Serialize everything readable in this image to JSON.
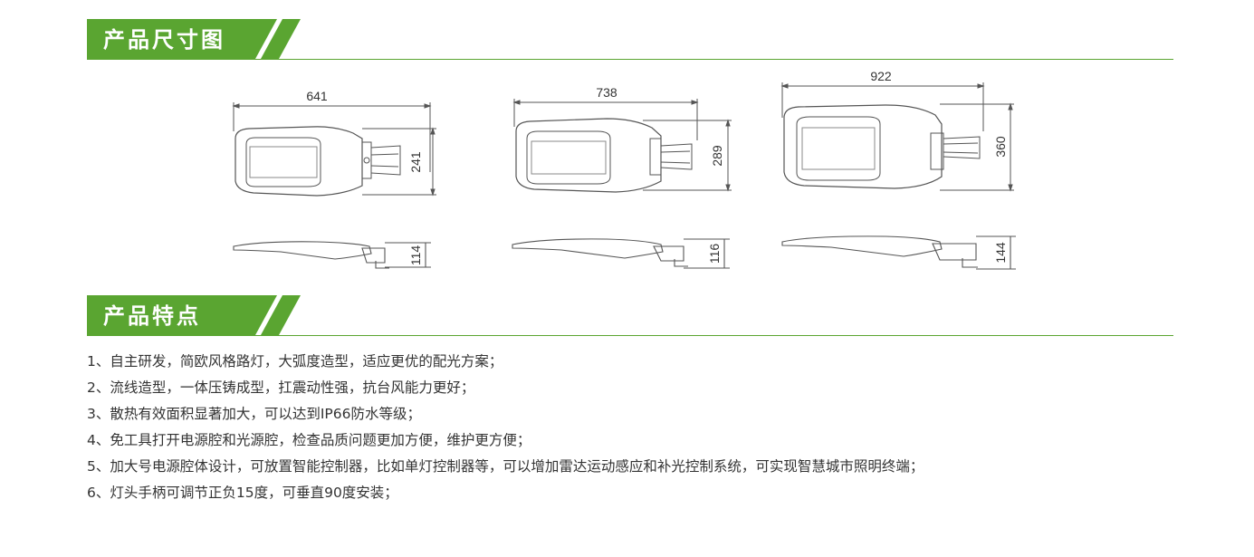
{
  "sections": {
    "dimensions": {
      "title": "产品尺寸图"
    },
    "features": {
      "title": "产品特点"
    }
  },
  "colors": {
    "accent": "#5aa531",
    "text": "#333333",
    "line": "#555555"
  },
  "drawings": [
    {
      "width_label": "641",
      "height_label": "241",
      "side_label": "114"
    },
    {
      "width_label": "738",
      "height_label": "289",
      "side_label": "116"
    },
    {
      "width_label": "922",
      "height_label": "360",
      "side_label": "144"
    }
  ],
  "features": [
    "1、自主研发，简欧风格路灯，大弧度造型，适应更优的配光方案；",
    "2、流线造型，一体压铸成型，扛震动性强，抗台风能力更好；",
    "3、散热有效面积显著加大，可以达到IP66防水等级；",
    "4、免工具打开电源腔和光源腔，检查品质问题更加方便，维护更方便；",
    "5、加大号电源腔体设计，可放置智能控制器，比如单灯控制器等，可以增加雷达运动感应和补光控制系统，可实现智慧城市照明终端；",
    "6、灯头手柄可调节正负15度，可垂直90度安装；"
  ]
}
